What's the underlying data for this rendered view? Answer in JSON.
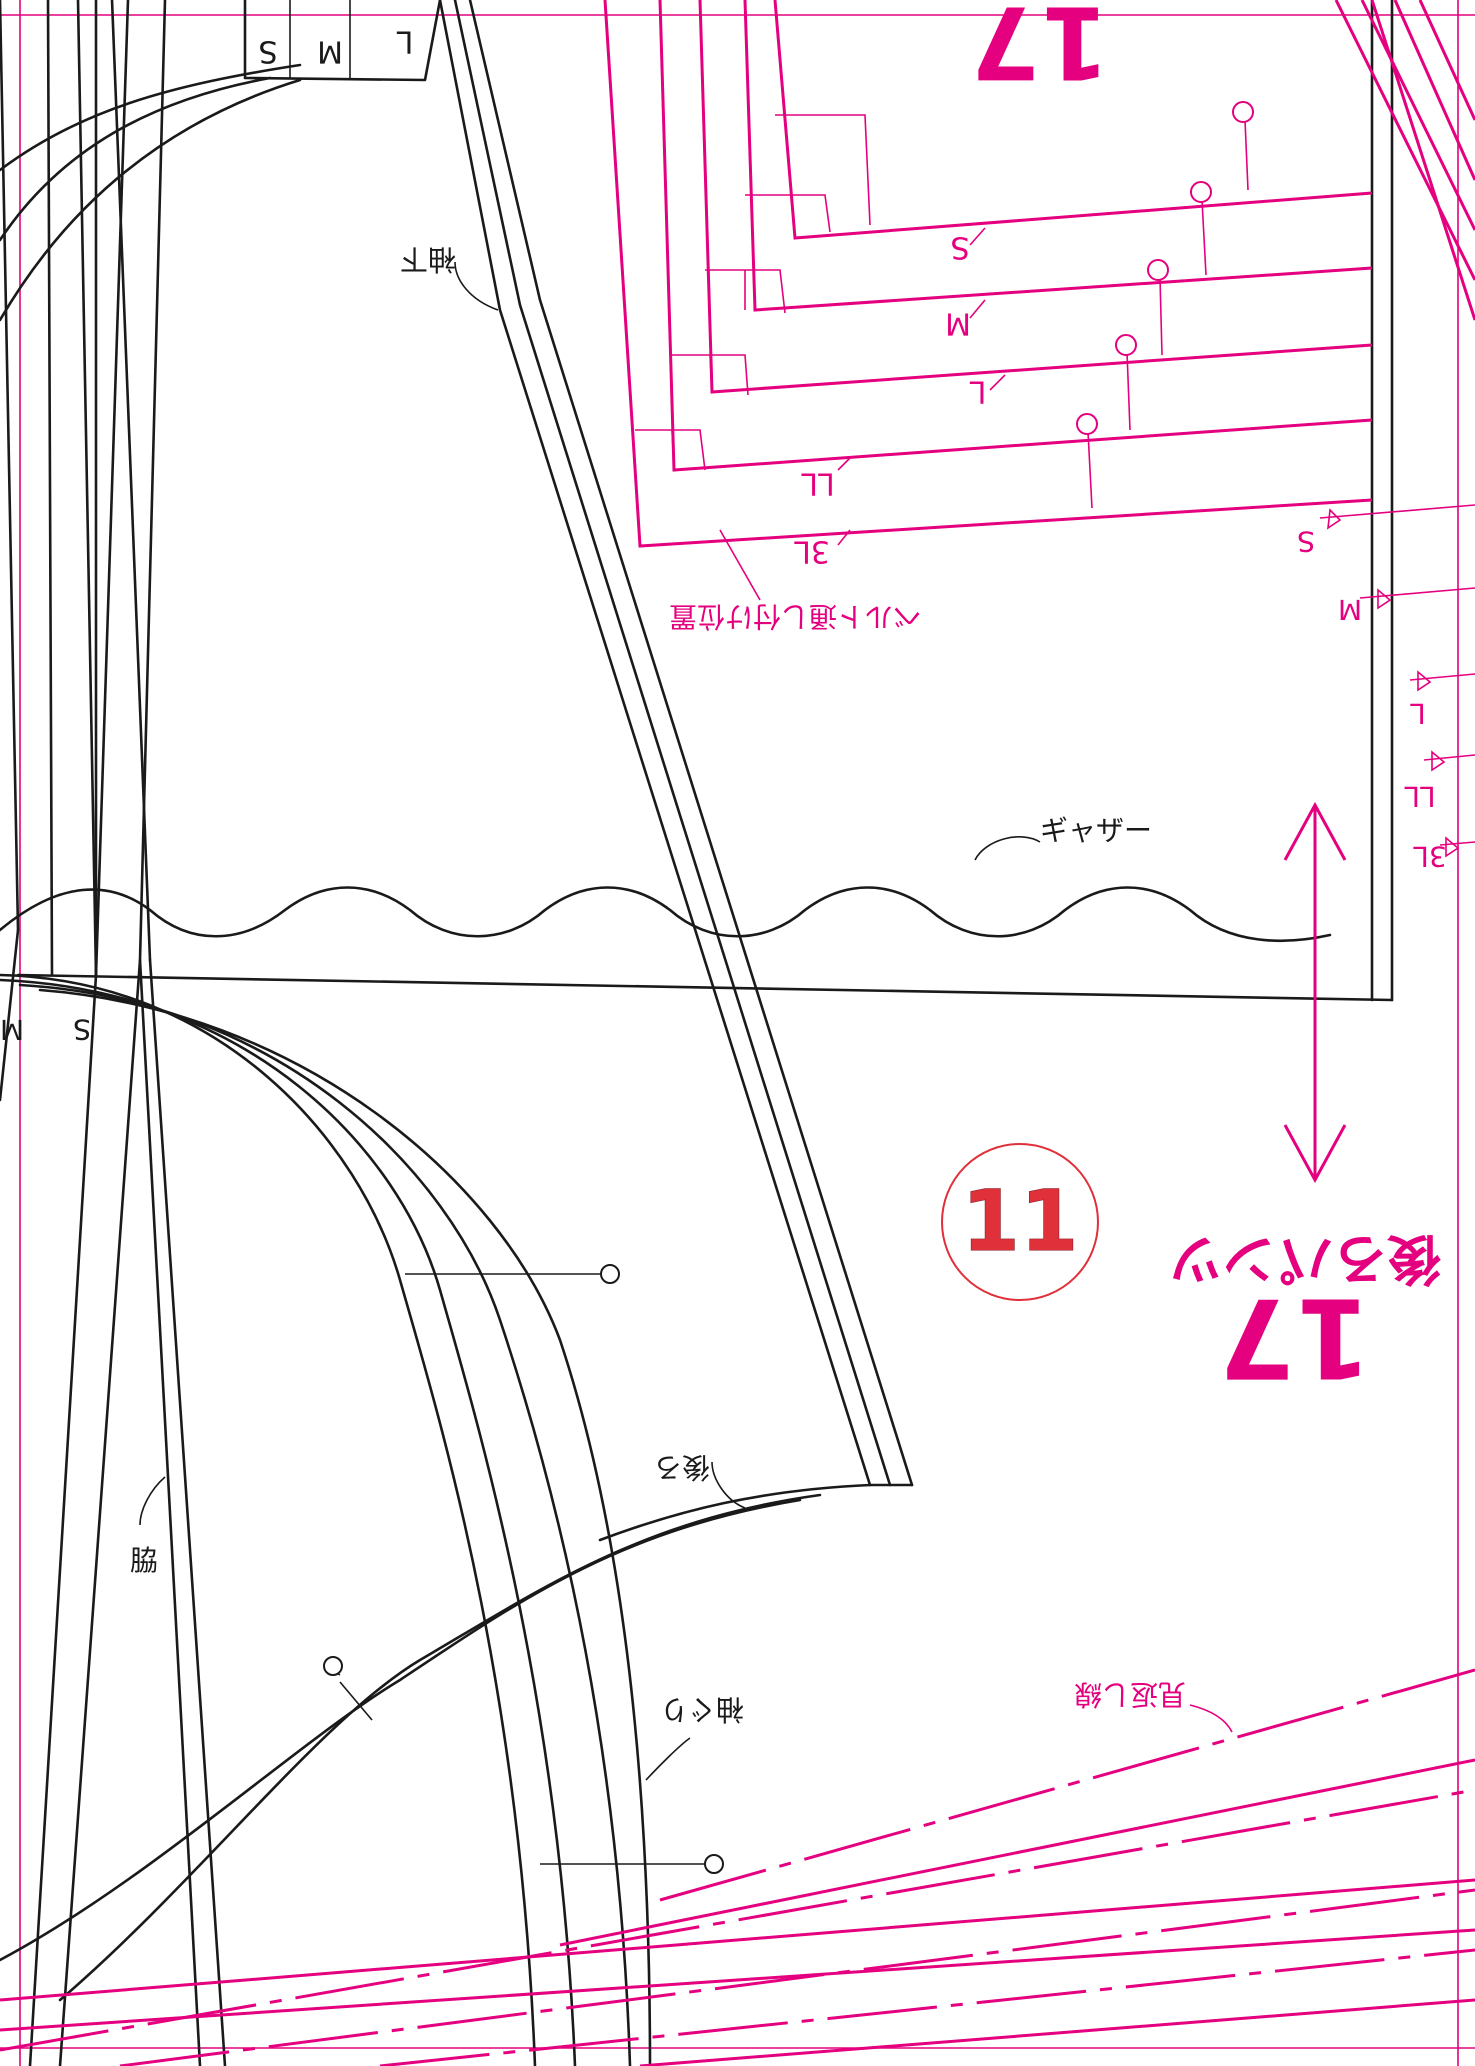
{
  "pattern_piece": {
    "number": "17",
    "name": "後ろパンツ",
    "top_number_partial": "17"
  },
  "sheet_badge": {
    "number": "11"
  },
  "sizes": [
    "S",
    "M",
    "L",
    "LL",
    "3L"
  ],
  "sizes_top_tab": [
    "L",
    "M",
    "S"
  ],
  "sizes_left_edge": [
    "S",
    "M"
  ],
  "labels": {
    "sode_shita": "袖下",
    "gather": "ギャザー",
    "ushiro": "後ろ",
    "waki": "脇",
    "sodeguri": "袖ぐり",
    "belt_loop": "ベルト通し付け位置",
    "facing_line": "見返し線"
  },
  "colors": {
    "pattern_ink": "#1a1a1a",
    "magenta": "#e4007f",
    "badge_red": "#e0303a"
  }
}
